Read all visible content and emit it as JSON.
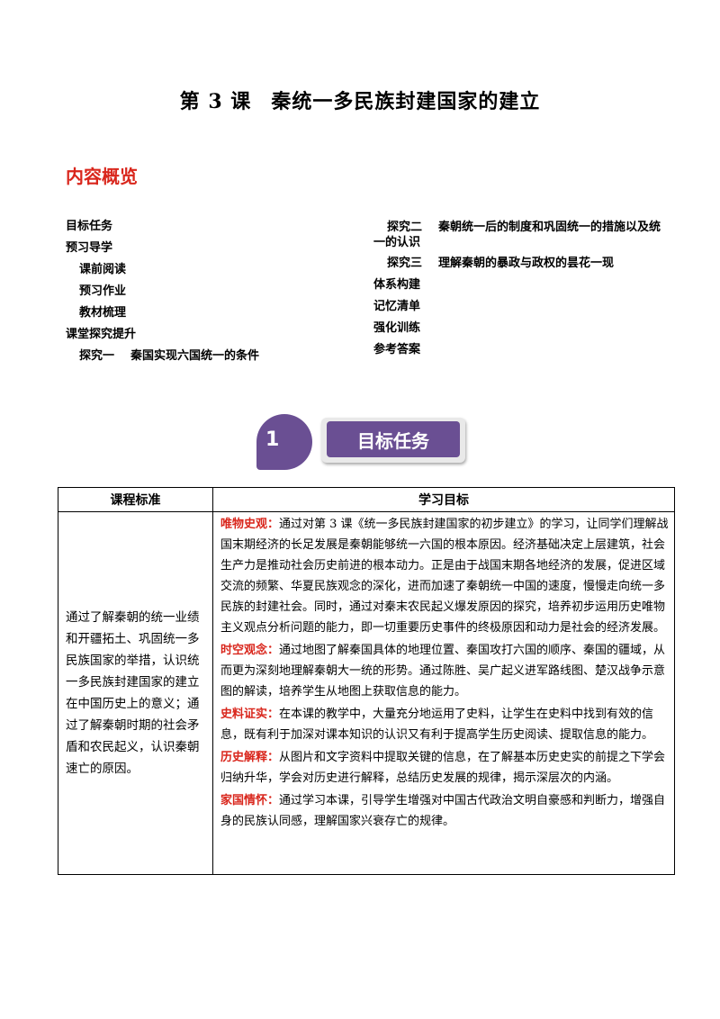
{
  "title": {
    "lesson": "第 3 课",
    "name": "秦统一多民族封建国家的建立"
  },
  "overview_heading": "内容概览",
  "toc": {
    "left": [
      {
        "text": "目标任务",
        "level": 0
      },
      {
        "text": "预习导学",
        "level": 0
      },
      {
        "text": "课前阅读",
        "level": 1
      },
      {
        "text": "预习作业",
        "level": 1
      },
      {
        "text": "教材梳理",
        "level": 1
      },
      {
        "text": "课堂探究提升",
        "level": 0
      },
      {
        "label": "探究一",
        "text": "秦国实现六国统一的条件",
        "level": 1
      }
    ],
    "right": [
      {
        "label": "探究二",
        "text": "秦朝统一后的制度和巩固统一的措施以及统一的认识",
        "level": 1
      },
      {
        "label": "探究三",
        "text": "理解秦朝的暴政与政权的昙花一现",
        "level": 1
      },
      {
        "text": "体系构建",
        "level": 0
      },
      {
        "text": "记忆清单",
        "level": 0
      },
      {
        "text": "强化训练",
        "level": 0
      },
      {
        "text": "参考答案",
        "level": 0
      }
    ]
  },
  "banner": {
    "number": "1",
    "label": "目标任务"
  },
  "table": {
    "headers": [
      "课程标准",
      "学习目标"
    ],
    "standard": "通过了解秦朝的统一业绩和开疆拓土、巩固统一多民族国家的举措，认识统一多民族封建国家的建立在中国历史上的意义；通过了解秦朝时期的社会矛盾和农民起义，认识秦朝速亡的原因。",
    "goals": [
      {
        "label": "唯物史观：",
        "text": "通过对第 3 课《统一多民族封建国家的初步建立》的学习，让同学们理解战国末期经济的长足发展是秦朝能够统一六国的根本原因。经济基础决定上层建筑，社会生产力是推动社会历史前进的根本动力。正是由于战国末期各地经济的发展，促进区域交流的频繁、华夏民族观念的深化，进而加速了秦朝统一中国的速度，慢慢走向统一多民族的封建社会。同时，通过对秦末农民起义爆发原因的探究，培养初步运用历史唯物主义观点分析问题的能力，即一切重要历史事件的终极原因和动力是社会的经济发展。"
      },
      {
        "label": "时空观念：",
        "text": "通过地图了解秦国具体的地理位置、秦国攻打六国的顺序、秦国的疆域，从而更为深刻地理解秦朝大一统的形势。通过陈胜、吴广起义进军路线图、楚汉战争示意图的解读，培养学生从地图上获取信息的能力。"
      },
      {
        "label": "史料证实：",
        "text": "在本课的教学中，大量充分地运用了史料，让学生在史料中找到有效的信息，既有利于加深对课本知识的认识又有利于提高学生历史阅读、提取信息的能力。"
      },
      {
        "label": "历史解释：",
        "text": "从图片和文字资料中提取关键的信息，在了解基本历史史实的前提之下学会归纳升华，学会对历史进行解释，总结历史发展的规律，揭示深层次的内涵。"
      },
      {
        "label": "家国情怀：",
        "text": "通过学习本课，引导学生增强对中国古代政治文明自豪感和判断力，增强自身的民族认同感，理解国家兴衰存亡的规律。"
      }
    ]
  }
}
